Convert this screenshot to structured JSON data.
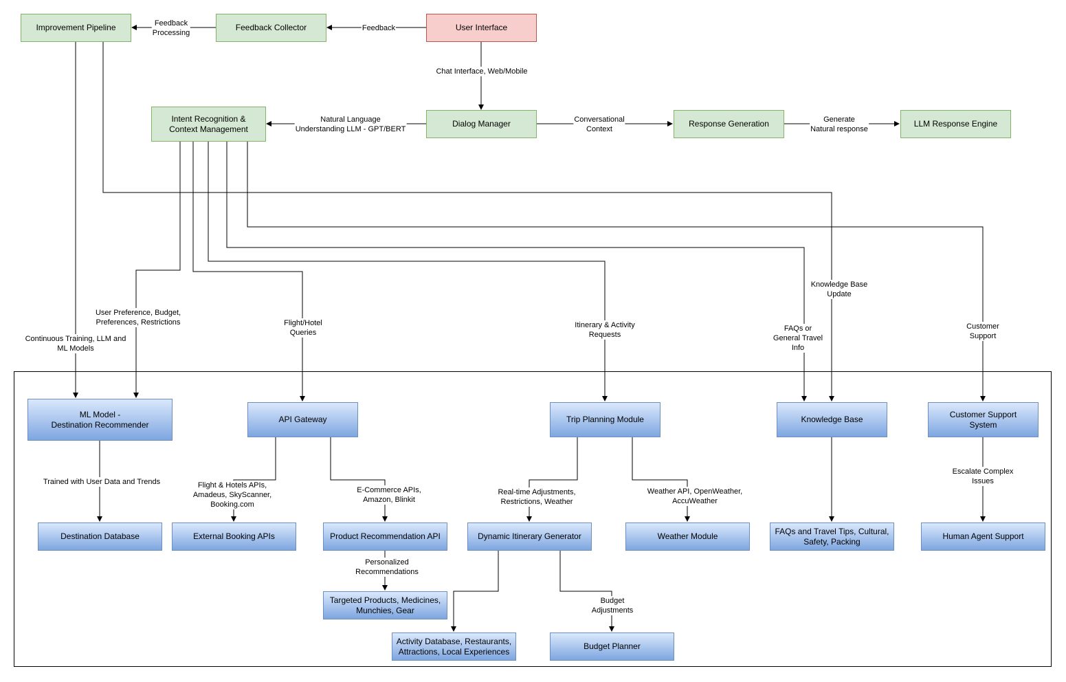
{
  "nodes": {
    "improvement_pipeline": "Improvement Pipeline",
    "feedback_collector": "Feedback Collector",
    "user_interface": "User Interface",
    "intent_recognition": "Intent Recognition &\nContext Management",
    "dialog_manager": "Dialog Manager",
    "response_generation": "Response Generation",
    "llm_response_engine": "LLM Response Engine",
    "ml_model": "ML Model -\nDestination Recommender",
    "api_gateway": "API Gateway",
    "trip_planning": "Trip Planning Module",
    "knowledge_base": "Knowledge Base",
    "customer_support_system": "Customer Support\nSystem",
    "destination_database": "Destination Database",
    "external_booking_apis": "External Booking APIs",
    "product_recommendation_api": "Product Recommendation API",
    "dynamic_itinerary_generator": "Dynamic Itinerary Generator",
    "weather_module": "Weather Module",
    "faqs_travel_tips": "FAQs and Travel Tips, Cultural,\nSafety, Packing",
    "human_agent_support": "Human Agent Support",
    "targeted_products": "Targeted Products, Medicines,\nMunchies, Gear",
    "activity_database": "Activity Database, Restaurants,\nAttractions, Local Experiences",
    "budget_planner": "Budget Planner"
  },
  "edge_labels": {
    "feedback_processing": "Feedback\nProcessing",
    "feedback": "Feedback",
    "chat_interface": "Chat Interface, Web/Mobile",
    "nlu": "Natural Language\nUnderstanding LLM - GPT/BERT",
    "conversational_context": "Conversational\nContext",
    "generate_natural": "Generate\nNatural response",
    "continuous_training": "Continuous Training, LLM and\nML Models",
    "user_preference": "User Preference, Budget,\nPreferences, Restrictions",
    "flight_hotel_queries": "Flight/Hotel\nQueries",
    "itinerary_requests": "Itinerary & Activity\nRequests",
    "faqs_general": "FAQs or\nGeneral Travel\nInfo",
    "kb_update": "Knowledge Base\nUpdate",
    "customer_support": "Customer\nSupport",
    "trained_with": "Trained with User Data and Trends",
    "flight_hotels_apis": "Flight & Hotels APIs,\nAmadeus, SkyScanner,\nBooking.com",
    "ecommerce_apis": "E-Commerce APIs,\nAmazon, Blinkit",
    "realtime_adjustments": "Real-time Adjustments,\nRestrictions, Weather",
    "weather_api": "Weather API, OpenWeather,\nAccuWeather",
    "escalate": "Escalate Complex Issues",
    "personalized": "Personalized\nRecommendations",
    "budget_adjustments": "Budget\nAdjustments"
  },
  "colors": {
    "green_fill": "#d5e8d4",
    "green_stroke": "#82b366",
    "red_fill": "#f8cecc",
    "red_stroke": "#b85450",
    "blue_fill_top": "#dae8fc",
    "blue_fill_bottom": "#7ea6e0",
    "blue_stroke": "#6c8ebf",
    "edge": "#000000"
  }
}
